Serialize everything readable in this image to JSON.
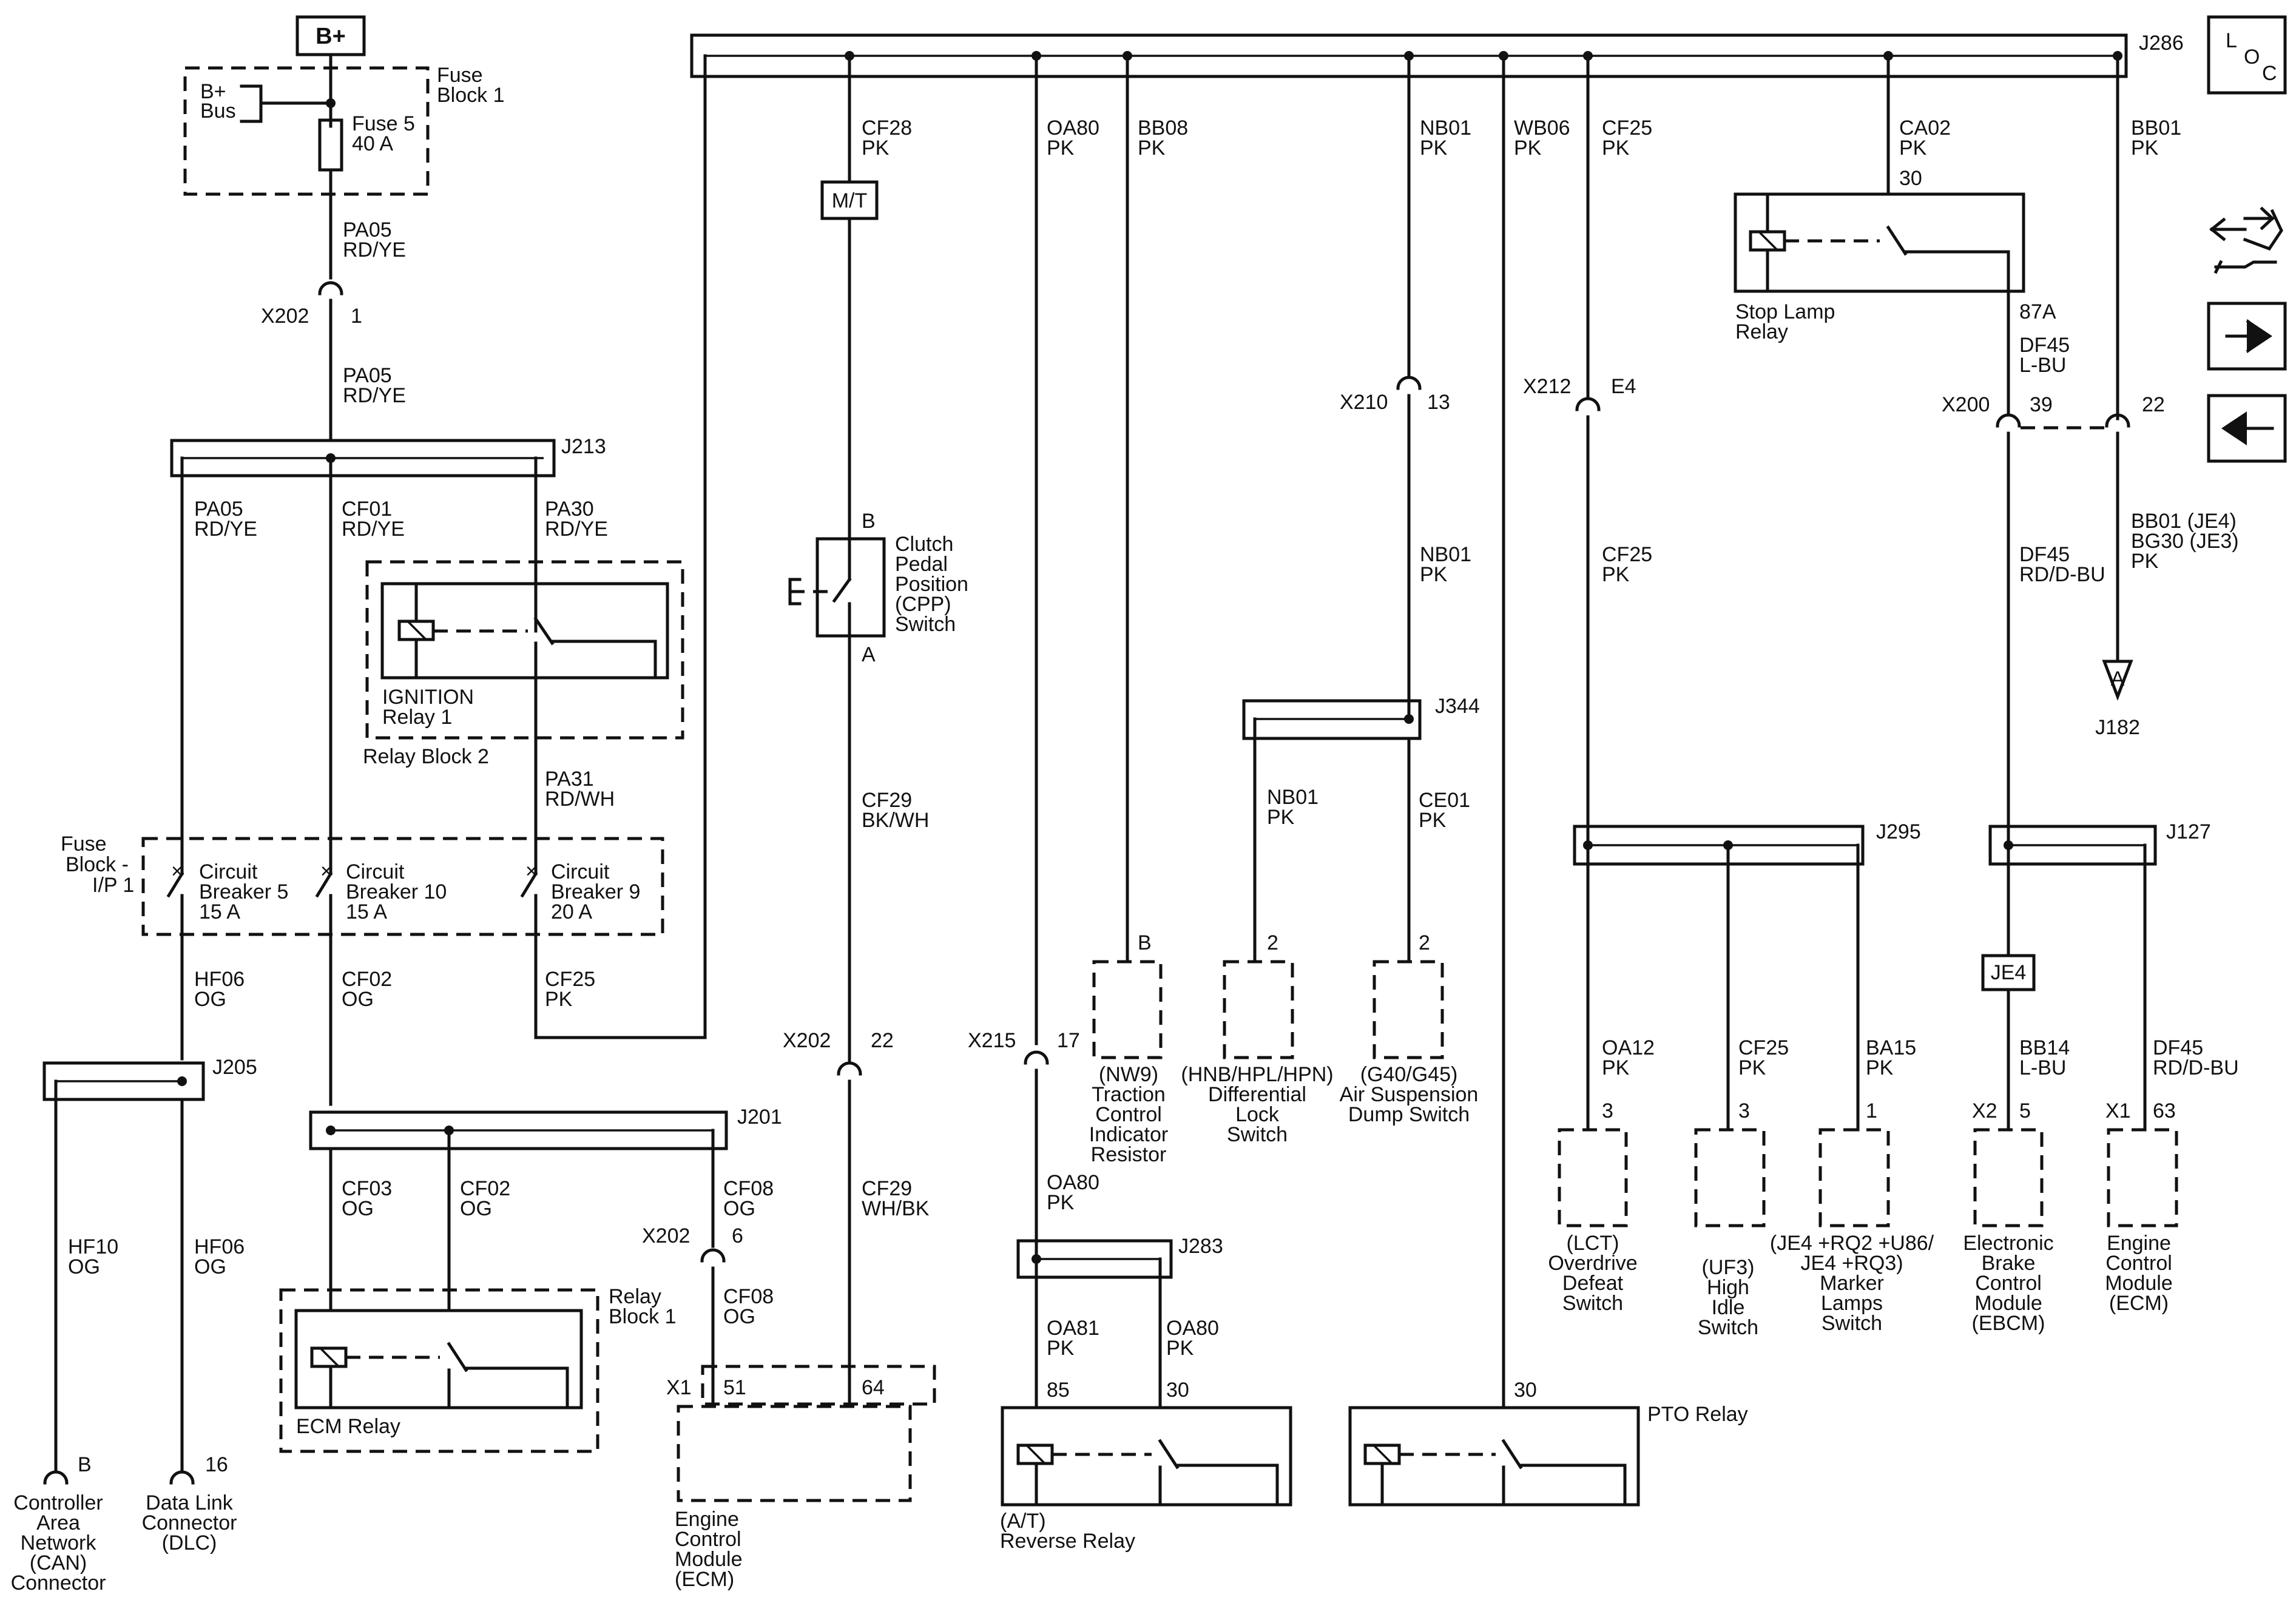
{
  "power": {
    "label": "B+"
  },
  "fuse_block_1": {
    "title": [
      "Fuse",
      "Block 1"
    ],
    "bus": [
      "B+",
      "Bus"
    ],
    "fuse": [
      "Fuse 5",
      "40 A"
    ]
  },
  "wires": {
    "pa05_top": [
      "PA05",
      "RD/YE"
    ],
    "x202_1": {
      "conn": "X202",
      "pin": "1"
    },
    "pa05_mid": [
      "PA05",
      "RD/YE"
    ],
    "j213": "J213",
    "pa05_left": [
      "PA05",
      "RD/YE"
    ],
    "cf01": [
      "CF01",
      "RD/YE"
    ],
    "pa30": [
      "PA30",
      "RD/YE"
    ],
    "pa31": [
      "PA31",
      "RD/WH"
    ],
    "hf06_a": [
      "HF06",
      "OG"
    ],
    "cf02_a": [
      "CF02",
      "OG"
    ],
    "cf25_a": [
      "CF25",
      "PK"
    ],
    "j205": "J205",
    "hf10": [
      "HF10",
      "OG"
    ],
    "hf06_b": [
      "HF06",
      "OG"
    ],
    "j201": "J201",
    "cf03": [
      "CF03",
      "OG"
    ],
    "cf02_b": [
      "CF02",
      "OG"
    ],
    "cf08_a": [
      "CF08",
      "OG"
    ],
    "x202_6": {
      "conn": "X202",
      "pin": "6"
    },
    "cf08_b": [
      "CF08",
      "OG"
    ],
    "cf28": [
      "CF28",
      "PK"
    ],
    "cf29_a": [
      "CF29",
      "BK/WH"
    ],
    "x202_22": {
      "conn": "X202",
      "pin": "22"
    },
    "cf29_b": [
      "CF29",
      "WH/BK"
    ],
    "oa80_a": [
      "OA80",
      "PK"
    ],
    "x215": {
      "conn": "X215",
      "pin": "17"
    },
    "oa80_b": [
      "OA80",
      "PK"
    ],
    "j283": "J283",
    "oa81": [
      "OA81",
      "PK"
    ],
    "oa80_c": [
      "OA80",
      "PK"
    ],
    "bb08": [
      "BB08",
      "PK"
    ],
    "nb01_a": [
      "NB01",
      "PK"
    ],
    "x210": {
      "conn": "X210",
      "pin": "13"
    },
    "nb01_b": [
      "NB01",
      "PK"
    ],
    "j344": "J344",
    "nb01_c": [
      "NB01",
      "PK"
    ],
    "ce01": [
      "CE01",
      "PK"
    ],
    "wb06": [
      "WB06",
      "PK"
    ],
    "cf25_b": [
      "CF25",
      "PK"
    ],
    "x212": {
      "conn": "X212",
      "pin": "E4"
    },
    "cf25_c": [
      "CF25",
      "PK"
    ],
    "j295": "J295",
    "oa12": [
      "OA12",
      "PK"
    ],
    "cf25_d": [
      "CF25",
      "PK"
    ],
    "ba15": [
      "BA15",
      "PK"
    ],
    "ca02": [
      "CA02",
      "PK"
    ],
    "pin30_stop": "30",
    "pin87a": "87A",
    "df45_a": [
      "DF45",
      "L-BU"
    ],
    "x200": {
      "conn": "X200",
      "pin": "39",
      "pin2": "22"
    },
    "df45_b": [
      "DF45",
      "RD/D-BU"
    ],
    "bb01_a": [
      "BB01",
      "PK"
    ],
    "bb01_b": [
      "BB01 (JE4)",
      "BG30 (JE3)",
      "PK"
    ],
    "j127": "J127",
    "je4": "JE4",
    "bb14": [
      "BB14",
      "L-BU"
    ],
    "df45_c": [
      "DF45",
      "RD/D-BU"
    ],
    "j286": "J286"
  },
  "components": {
    "ignition_relay": [
      "IGNITION",
      "Relay 1"
    ],
    "relay_block_2": "Relay Block 2",
    "fuse_block_ip": [
      "Fuse",
      "Block -",
      "I/P 1"
    ],
    "cb5": [
      "Circuit",
      "Breaker 5",
      "15 A"
    ],
    "cb10": [
      "Circuit",
      "Breaker 10",
      "15 A"
    ],
    "cb9": [
      "Circuit",
      "Breaker 9",
      "20 A"
    ],
    "relay_block_1": [
      "Relay",
      "Block 1"
    ],
    "ecm_relay": "ECM Relay",
    "can": {
      "pin": "B",
      "label": [
        "Controller",
        "Area",
        "Network",
        "(CAN)",
        "Connector"
      ]
    },
    "dlc": {
      "pin": "16",
      "label": [
        "Data Link",
        "Connector",
        "(DLC)"
      ]
    },
    "ecm_a": {
      "conn": "X1",
      "pin1": "51",
      "pin2": "64",
      "label": [
        "Engine",
        "Control",
        "Module",
        "(ECM)"
      ]
    },
    "mt": "M/T",
    "cpp": {
      "pinB": "B",
      "pinA": "A",
      "label": [
        "Clutch",
        "Pedal",
        "Position",
        "(CPP)",
        "Switch"
      ]
    },
    "rev_relay": {
      "pin85": "85",
      "pin30": "30",
      "label": [
        "(A/T)",
        "Reverse Relay"
      ]
    },
    "nw9": {
      "pin": "B",
      "label": [
        "(NW9)",
        "Traction",
        "Control",
        "Indicator",
        "Resistor"
      ]
    },
    "diff_lock": {
      "pin": "2",
      "label": [
        "(HNB/HPL/HPN)",
        "Differential",
        "Lock",
        "Switch"
      ]
    },
    "air_susp": {
      "pin": "2",
      "label": [
        "(G40/G45)",
        "Air Suspension",
        "Dump Switch"
      ]
    },
    "pto": {
      "pin": "30",
      "label": "PTO Relay"
    },
    "stop_lamp": [
      "Stop Lamp",
      "Relay"
    ],
    "lct": {
      "pin": "3",
      "label": [
        "(LCT)",
        "Overdrive",
        "Defeat",
        "Switch"
      ]
    },
    "high_idle": {
      "pin": "3",
      "label": [
        "(UF3)",
        "High",
        "Idle",
        "Switch"
      ]
    },
    "marker": {
      "pin": "1",
      "label": [
        "(JE4 +RQ2 +U86/",
        "JE4 +RQ3)",
        "Marker",
        "Lamps",
        "Switch"
      ]
    },
    "ebcm": {
      "conn": "X2",
      "pin": "5",
      "label": [
        "Electronic",
        "Brake",
        "Control",
        "Module",
        "(EBCM)"
      ]
    },
    "ecm_b": {
      "conn": "X1",
      "pin": "63",
      "label": [
        "Engine",
        "Control",
        "Module",
        "(ECM)"
      ]
    },
    "offpage": {
      "letter": "A",
      "ref": "J182"
    }
  },
  "nav": {
    "loc": [
      "L",
      "O",
      "C"
    ]
  }
}
